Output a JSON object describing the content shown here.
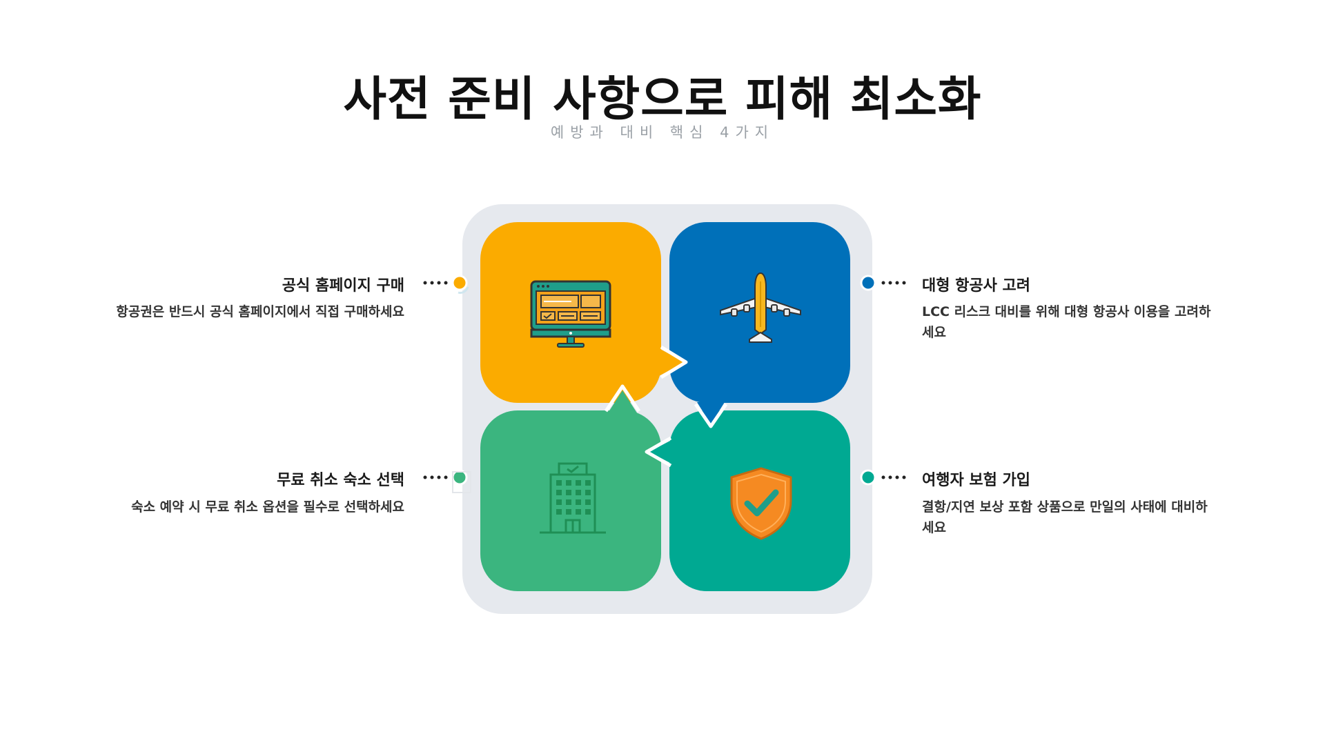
{
  "title": "사전 준비 사항으로 피해 최소화",
  "subtitle": "예방과 대비 핵심 4가지",
  "colors": {
    "orange": "#fbab00",
    "blue": "#0070b9",
    "green": "#3bb57f",
    "teal": "#00a992",
    "board": "#e6e9ee"
  },
  "items": [
    {
      "title": "공식 홈페이지 구매",
      "desc": "항공권은 반드시 공식 홈페이지에서 직접 구매하세요",
      "icon": "computer-monitor-icon"
    },
    {
      "title": "대형 항공사 고려",
      "desc": "LCC 리스크 대비를 위해 대형 항공사 이용을 고려하세요",
      "icon": "airplane-icon"
    },
    {
      "title": "무료 취소 숙소 선택",
      "desc": "숙소 예약 시 무료 취소 옵션을 필수로 선택하세요",
      "icon": "hotel-building-icon"
    },
    {
      "title": "여행자 보험 가입",
      "desc": "결항/지연 보상 포함 상품으로 만일의 사태에 대비하세요",
      "icon": "shield-check-icon"
    }
  ]
}
